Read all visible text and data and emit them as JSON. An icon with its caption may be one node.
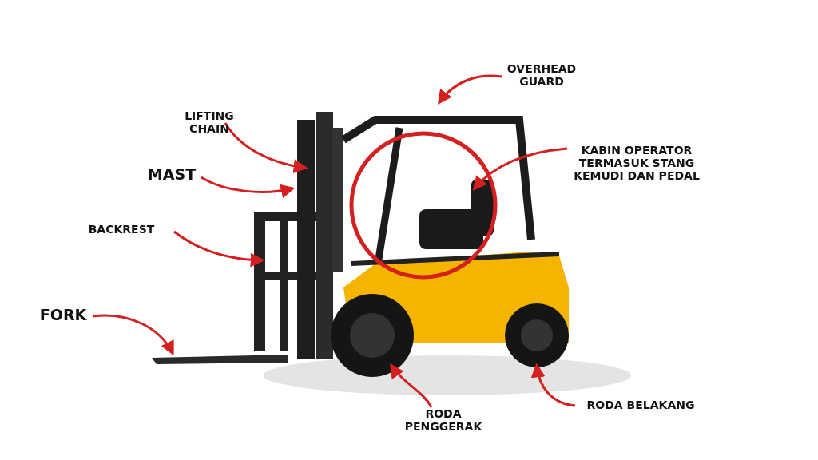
{
  "diagram": {
    "nodes": [
      {
        "text": [
          "OVERHEAD GUARD"
        ]
      },
      {
        "text": [
          "LIFTING CHAIN"
        ]
      },
      {
        "text": [
          "KABIN OPERATOR TERMASUK STANG KEMUDI DAN PEDAL"
        ]
      },
      {
        "text": [
          "MAST"
        ]
      },
      {
        "text": [
          "BACKREST"
        ]
      },
      {
        "text": [
          "FORK"
        ]
      },
      {
        "text": [
          "RODA BELAKANG"
        ]
      },
      {
        "text": [
          "RODA PENGGERAK"
        ]
      }
    ],
    "edges": [
      {
        "from": 0,
        "to": null,
        "arrow": "to"
      },
      {
        "from": 1,
        "to": null,
        "arrow": "to"
      },
      {
        "from": 2,
        "to": null,
        "arrow": "to"
      },
      {
        "from": 3,
        "to": null,
        "arrow": "to"
      },
      {
        "from": 4,
        "to": null,
        "arrow": "to"
      },
      {
        "from": 5,
        "to": null,
        "arrow": "to"
      },
      {
        "from": 6,
        "to": null,
        "arrow": "to"
      },
      {
        "from": 7,
        "to": null,
        "arrow": "to"
      }
    ]
  }
}
